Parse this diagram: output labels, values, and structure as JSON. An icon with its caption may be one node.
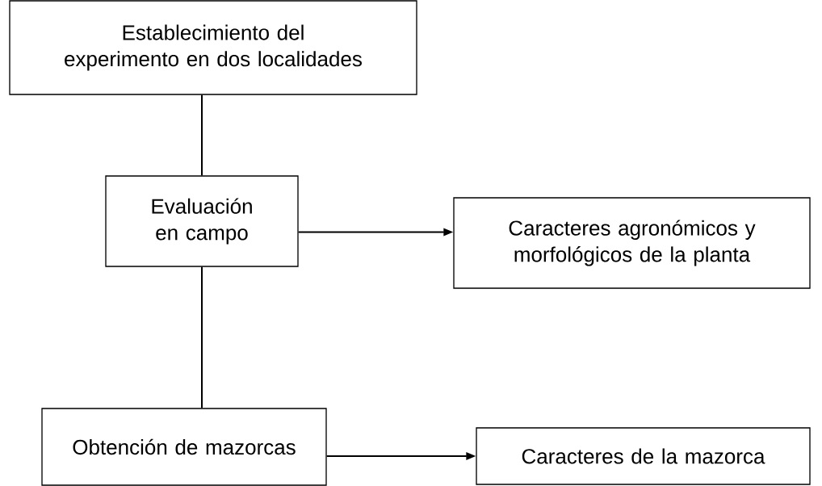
{
  "diagram": {
    "nodes": [
      {
        "text": [
          "Establecimiento del experimento en dos localidades"
        ]
      },
      {
        "text": [
          "Evaluación en campo"
        ]
      },
      {
        "text": [
          "Caracteres agronómicos y morfológicos de la planta"
        ]
      },
      {
        "text": [
          "Obtención de mazorcas"
        ]
      },
      {
        "text": [
          "Caracteres de la mazorca"
        ]
      }
    ],
    "edges": [
      {
        "from": 0,
        "to": 1,
        "arrow": "none"
      },
      {
        "from": 1,
        "to": 2,
        "arrow": "to"
      },
      {
        "from": 1,
        "to": 3,
        "arrow": "none"
      },
      {
        "from": 3,
        "to": 4,
        "arrow": "to"
      }
    ]
  }
}
